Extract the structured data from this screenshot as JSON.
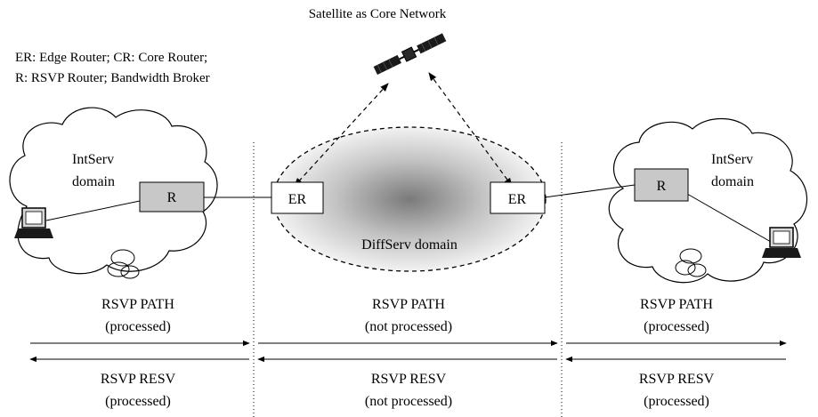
{
  "title": "Satellite as Core Network",
  "legend": {
    "line1": "ER: Edge Router; CR: Core Router;",
    "line2": "R: RSVP Router; Bandwidth Broker"
  },
  "domains": {
    "left": {
      "line1": "IntServ",
      "line2": "domain"
    },
    "right": {
      "line1": "IntServ",
      "line2": "domain"
    },
    "middle": "DiffServ domain"
  },
  "routers": {
    "left_rsvp": "R",
    "right_rsvp": "R",
    "left_edge": "ER",
    "right_edge": "ER"
  },
  "messages": {
    "path": {
      "left": {
        "name": "RSVP PATH",
        "status": "(processed)"
      },
      "middle": {
        "name": "RSVP PATH",
        "status": "(not processed)"
      },
      "right": {
        "name": "RSVP PATH",
        "status": "(processed)"
      }
    },
    "resv": {
      "left": {
        "name": "RSVP RESV",
        "status": "(processed)"
      },
      "middle": {
        "name": "RSVP RESV",
        "status": "(not processed)"
      },
      "right": {
        "name": "RSVP RESV",
        "status": "(processed)"
      }
    }
  },
  "colors": {
    "router_fill": "#c8c8c8",
    "edge_router_fill": "#ffffff",
    "diffserv_core": "#7a7a7a",
    "diffserv_edge": "#f2f2f2",
    "line": "#000000"
  }
}
